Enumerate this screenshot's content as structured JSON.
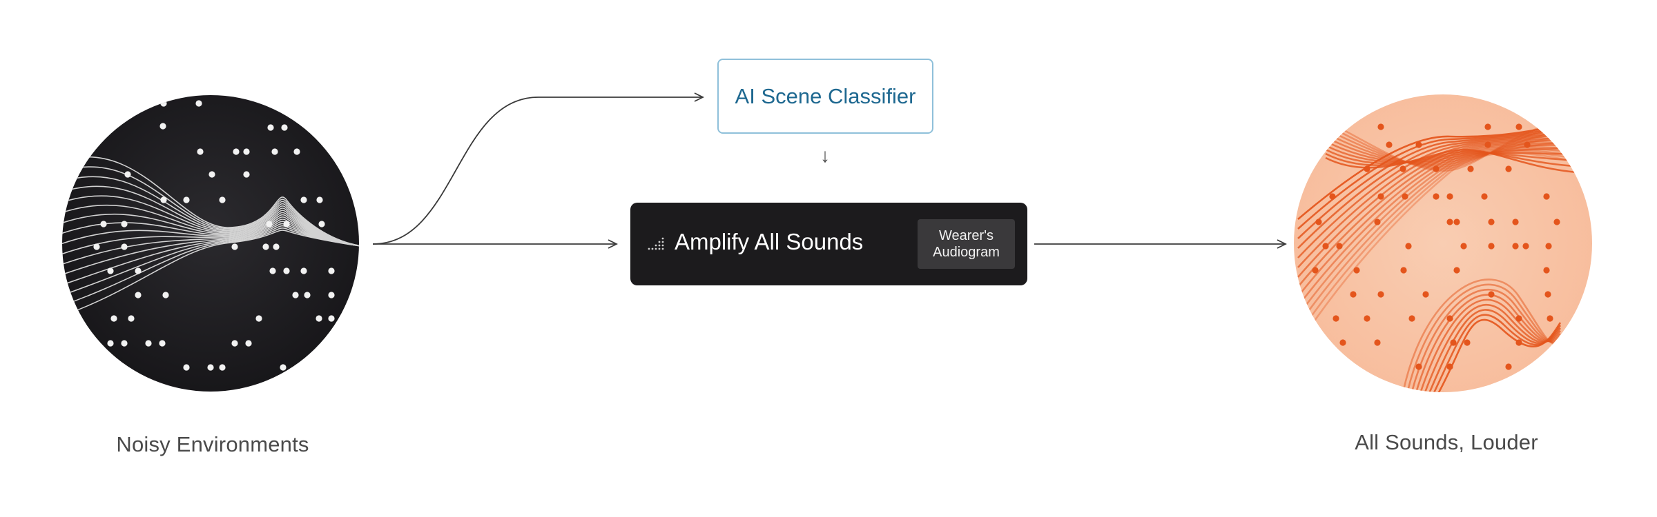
{
  "input": {
    "caption": "Noisy Environments"
  },
  "output": {
    "caption": "All Sounds, Louder"
  },
  "classifier": {
    "label": "AI Scene Classifier"
  },
  "processor": {
    "label": "Amplify All Sounds",
    "badge_line1": "Wearer's",
    "badge_line2": "Audiogram"
  },
  "colors": {
    "dark_disc": "#1e1d20",
    "light_disc": "#f8c4a6",
    "accent_orange": "#e4551c",
    "classifier_blue": "#1e6890",
    "classifier_border": "#8fc0da",
    "processor_bg": "#1c1b1d",
    "badge_bg": "#3a393b"
  },
  "icons": {
    "processor_icon": "signal-bars-icon",
    "flow_arrow": "arrow-down-icon"
  }
}
